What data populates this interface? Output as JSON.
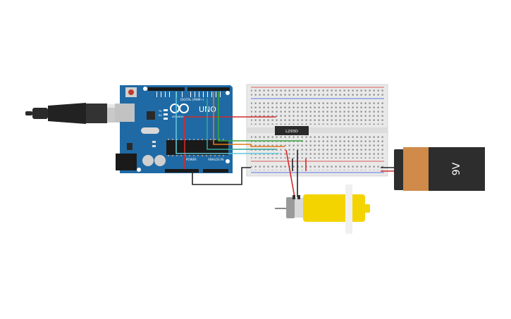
{
  "canvas": {
    "background": "#ffffff"
  },
  "arduino": {
    "brand": "ARDUINO",
    "model": "UNO",
    "digital_header_label": "DIGITAL (PWM~)",
    "power_header_label": "POWER",
    "analog_header_label": "ANALOG IN",
    "tx_label": "TX",
    "rx_label": "RX",
    "board_color": "#1f6aa5"
  },
  "ic_chip": {
    "label": "L293D"
  },
  "battery": {
    "label": "9V",
    "body_color": "#2d2d2d",
    "cap_color": "#d08a4a"
  },
  "motor": {
    "body_color": "#f4d400"
  },
  "wires": {
    "red": "#d42a2a",
    "green": "#3aa33a",
    "orange": "#e07b1a",
    "cyan": "#5fc6d8",
    "black": "#222222",
    "teal": "#2fa69a"
  }
}
